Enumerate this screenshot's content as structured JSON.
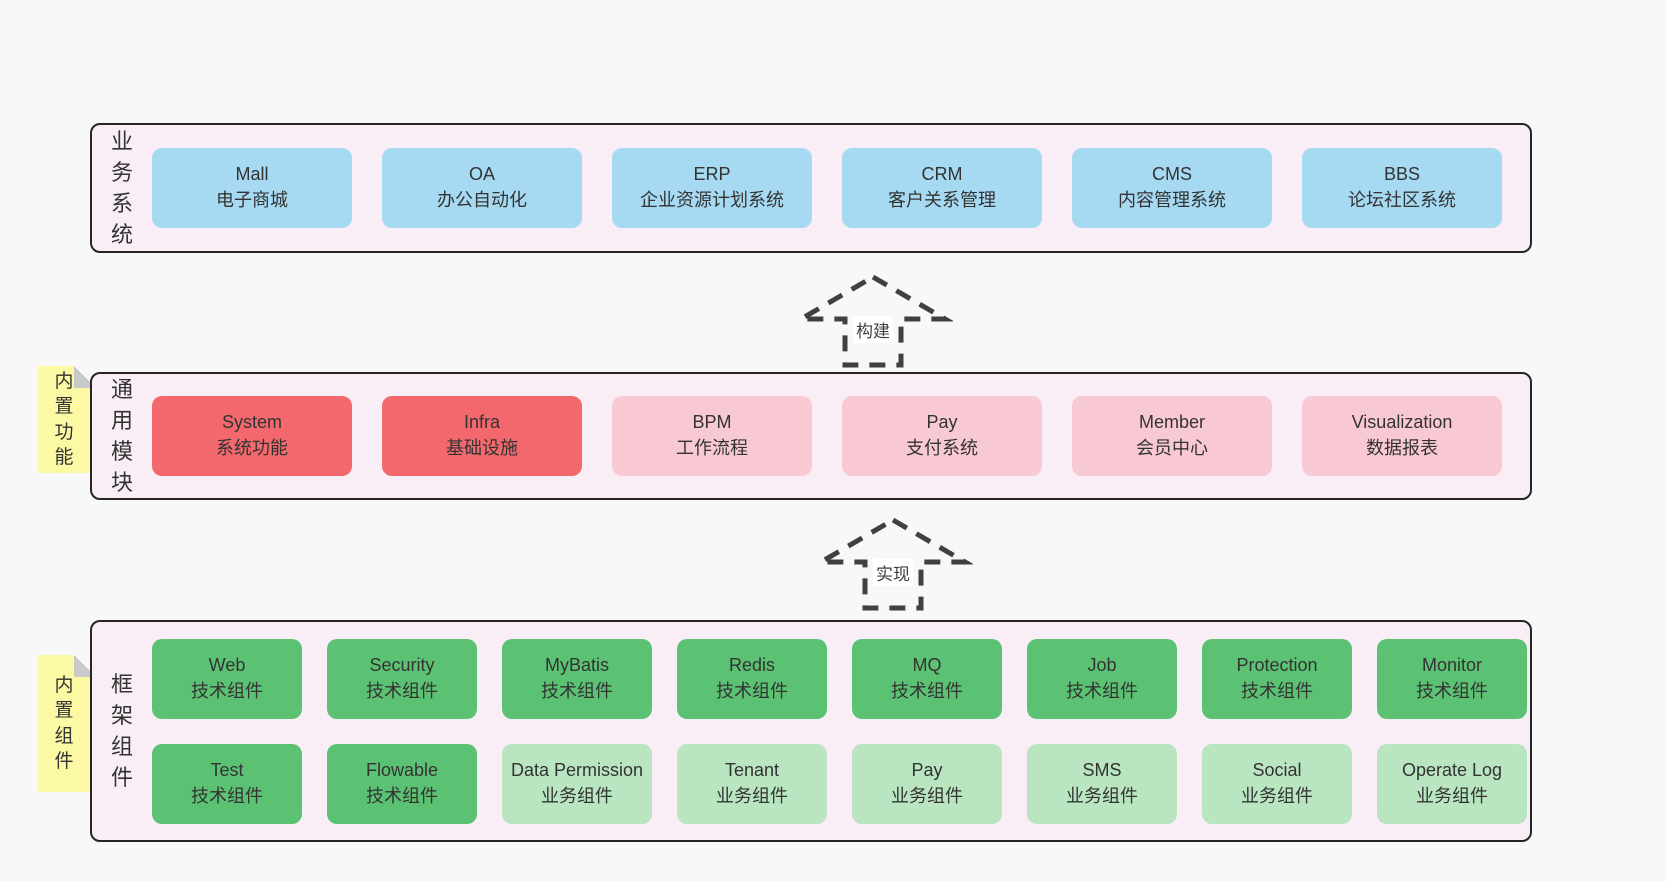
{
  "palette": {
    "page-bg": "#f8f8f8",
    "band-bg": "#f9edf6",
    "band-border": "#262626",
    "blue": "#a6d9f2",
    "red": "#f2686d",
    "pink": "#f9c9d3",
    "green": "#5cc273",
    "lightgreen": "#b9e5c0",
    "yellow": "#fbf9a3",
    "fold-gray": "#c9c9c9",
    "arrow-stroke": "#404040"
  },
  "diagram": {
    "arrows": [
      {
        "label": "构建"
      },
      {
        "label": "实现"
      }
    ],
    "layers": [
      {
        "label": "业务系统",
        "sticky": null,
        "rows": [
          [
            {
              "title": "Mall",
              "subtitle": "电子商城",
              "variant": "blue"
            },
            {
              "title": "OA",
              "subtitle": "办公自动化",
              "variant": "blue"
            },
            {
              "title": "ERP",
              "subtitle": "企业资源计划系统",
              "variant": "blue"
            },
            {
              "title": "CRM",
              "subtitle": "客户关系管理",
              "variant": "blue"
            },
            {
              "title": "CMS",
              "subtitle": "内容管理系统",
              "variant": "blue"
            },
            {
              "title": "BBS",
              "subtitle": "论坛社区系统",
              "variant": "blue"
            }
          ]
        ]
      },
      {
        "label": "通用模块",
        "sticky": "内置功能",
        "rows": [
          [
            {
              "title": "System",
              "subtitle": "系统功能",
              "variant": "red"
            },
            {
              "title": "Infra",
              "subtitle": "基础设施",
              "variant": "red"
            },
            {
              "title": "BPM",
              "subtitle": "工作流程",
              "variant": "pink"
            },
            {
              "title": "Pay",
              "subtitle": "支付系统",
              "variant": "pink"
            },
            {
              "title": "Member",
              "subtitle": "会员中心",
              "variant": "pink"
            },
            {
              "title": "Visualization",
              "subtitle": "数据报表",
              "variant": "pink"
            }
          ]
        ]
      },
      {
        "label": "框架组件",
        "sticky": "内置组件",
        "rows": [
          [
            {
              "title": "Web",
              "subtitle": "技术组件",
              "variant": "green"
            },
            {
              "title": "Security",
              "subtitle": "技术组件",
              "variant": "green"
            },
            {
              "title": "MyBatis",
              "subtitle": "技术组件",
              "variant": "green"
            },
            {
              "title": "Redis",
              "subtitle": "技术组件",
              "variant": "green"
            },
            {
              "title": "MQ",
              "subtitle": "技术组件",
              "variant": "green"
            },
            {
              "title": "Job",
              "subtitle": "技术组件",
              "variant": "green"
            },
            {
              "title": "Protection",
              "subtitle": "技术组件",
              "variant": "green"
            },
            {
              "title": "Monitor",
              "subtitle": "技术组件",
              "variant": "green"
            }
          ],
          [
            {
              "title": "Test",
              "subtitle": "技术组件",
              "variant": "green"
            },
            {
              "title": "Flowable",
              "subtitle": "技术组件",
              "variant": "green"
            },
            {
              "title": "Data Permission",
              "subtitle": "业务组件",
              "variant": "lightgreen"
            },
            {
              "title": "Tenant",
              "subtitle": "业务组件",
              "variant": "lightgreen"
            },
            {
              "title": "Pay",
              "subtitle": "业务组件",
              "variant": "lightgreen"
            },
            {
              "title": "SMS",
              "subtitle": "业务组件",
              "variant": "lightgreen"
            },
            {
              "title": "Social",
              "subtitle": "业务组件",
              "variant": "lightgreen"
            },
            {
              "title": "Operate Log",
              "subtitle": "业务组件",
              "variant": "lightgreen"
            }
          ]
        ]
      }
    ]
  }
}
